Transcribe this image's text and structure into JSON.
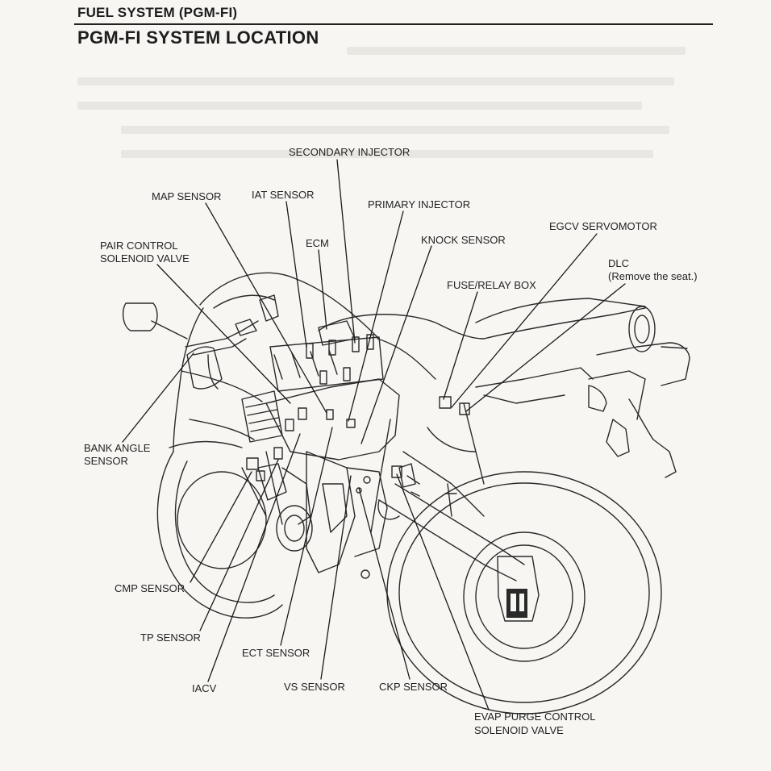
{
  "header": {
    "section": "FUEL SYSTEM (PGM-FI)",
    "title": "PGM-FI SYSTEM LOCATION"
  },
  "labels": {
    "secondary_injector": "SECONDARY INJECTOR",
    "map_sensor": "MAP SENSOR",
    "iat_sensor": "IAT SENSOR",
    "primary_injector": "PRIMARY INJECTOR",
    "pair_line1": "PAIR CONTROL",
    "pair_line2": "SOLENOID VALVE",
    "ecm": "ECM",
    "knock_sensor": "KNOCK SENSOR",
    "egcv_servomotor": "EGCV SERVOMOTOR",
    "dlc": "DLC",
    "dlc_note": "(Remove the seat.)",
    "fuse_relay_box": "FUSE/RELAY BOX",
    "bank_line1": "BANK ANGLE",
    "bank_line2": "SENSOR",
    "cmp_sensor": "CMP SENSOR",
    "tp_sensor": "TP SENSOR",
    "ect_sensor": "ECT SENSOR",
    "iacv": "IACV",
    "vs_sensor": "VS SENSOR",
    "ckp_sensor": "CKP SENSOR",
    "evap_line1": "EVAP PURGE CONTROL",
    "evap_line2": "SOLENOID VALVE"
  }
}
